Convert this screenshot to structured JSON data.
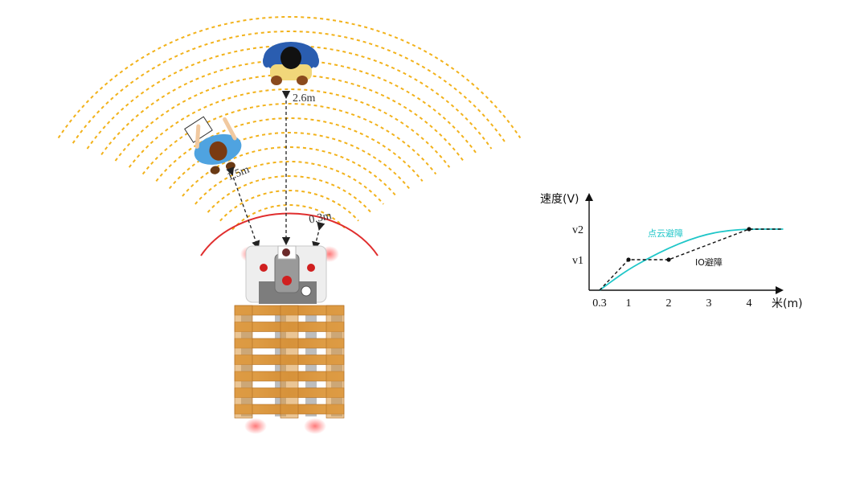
{
  "scene": {
    "distance_labels": {
      "person_top": "2.6m",
      "person_left": "1.5m",
      "near_zone": "0.3m"
    },
    "colors": {
      "sensor_wave": "#f2b21b",
      "safety_arc": "#e02e2e",
      "pallet_wood": "#d9963e",
      "pallet_wood_dark": "#b06d22",
      "robot_body": "#e9e9e9",
      "shirt_blue_dark": "#2a5db0",
      "shirt_blue_light": "#4fa3e0"
    }
  },
  "chart_data": {
    "type": "line",
    "ylabel": "速度(V)",
    "xlabel": "米(m)",
    "x_ticks": [
      {
        "value": 0.3,
        "label": "0.3"
      },
      {
        "value": 1,
        "label": "1"
      },
      {
        "value": 2,
        "label": "2"
      },
      {
        "value": 3,
        "label": "3"
      },
      {
        "value": 4,
        "label": "4"
      }
    ],
    "y_ticks": [
      {
        "value": 1,
        "label": "v1"
      },
      {
        "value": 2,
        "label": "v2"
      }
    ],
    "series": [
      {
        "name": "点云避障",
        "style": "solid",
        "color": "#1fc6c8",
        "points": [
          [
            0.3,
            0
          ],
          [
            0.6,
            0.3
          ],
          [
            1.0,
            0.68
          ],
          [
            1.5,
            1.05
          ],
          [
            2.0,
            1.38
          ],
          [
            2.5,
            1.65
          ],
          [
            3.0,
            1.85
          ],
          [
            3.5,
            1.96
          ],
          [
            4.0,
            2.0
          ],
          [
            4.85,
            2.0
          ]
        ]
      },
      {
        "name": "IO避障",
        "style": "dashed",
        "color": "#111111",
        "points": [
          [
            0.3,
            0
          ],
          [
            1,
            1
          ],
          [
            2,
            1
          ],
          [
            4,
            2
          ],
          [
            4.85,
            2
          ]
        ],
        "markers": [
          [
            1,
            1
          ],
          [
            2,
            1
          ],
          [
            4,
            2
          ]
        ]
      }
    ],
    "xlim": [
      0,
      4.9
    ],
    "ylim": [
      0,
      2.4
    ]
  }
}
